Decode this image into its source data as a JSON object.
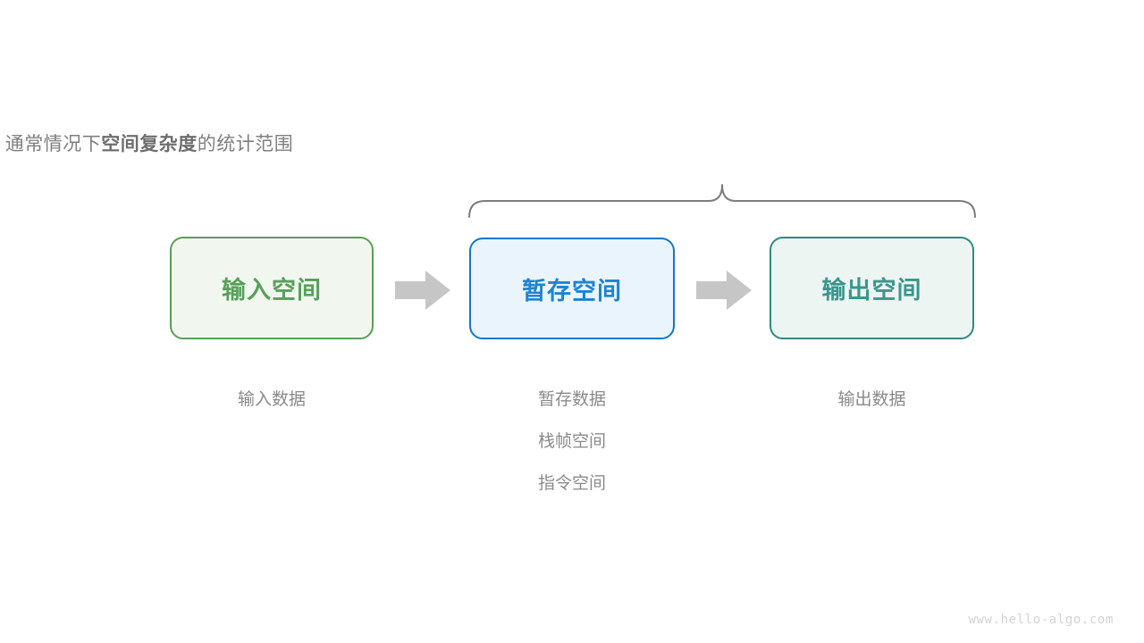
{
  "diagram": {
    "title_prefix": "通常情况下",
    "title_emphasis": "空间复杂度",
    "title_suffix": "的统计范围",
    "brace": {
      "name": "scope-brace",
      "color": "#7d7d7d"
    },
    "arrow_color": "#c6c6c6",
    "stages": [
      {
        "id": "input",
        "label": "输入空间",
        "border_color": "#5a9e55",
        "fill_color": "#f1f7ef",
        "text_color": "#57a05a",
        "captions": [
          "输入数据"
        ]
      },
      {
        "id": "buffer",
        "label": "暂存空间",
        "border_color": "#1178c6",
        "fill_color": "#eaf4fd",
        "text_color": "#1f84cf",
        "captions": [
          "暂存数据",
          "栈帧空间",
          "指令空间"
        ]
      },
      {
        "id": "output",
        "label": "输出空间",
        "border_color": "#2e8b82",
        "fill_color": "#ecf5f2",
        "text_color": "#3a968c",
        "captions": [
          "输出数据"
        ]
      }
    ],
    "arrows": [
      {
        "id": "arrow-input-to-buffer",
        "glyph": "block-arrow-right"
      },
      {
        "id": "arrow-buffer-to-output",
        "glyph": "block-arrow-right"
      }
    ],
    "watermark": "www.hello-algo.com"
  }
}
